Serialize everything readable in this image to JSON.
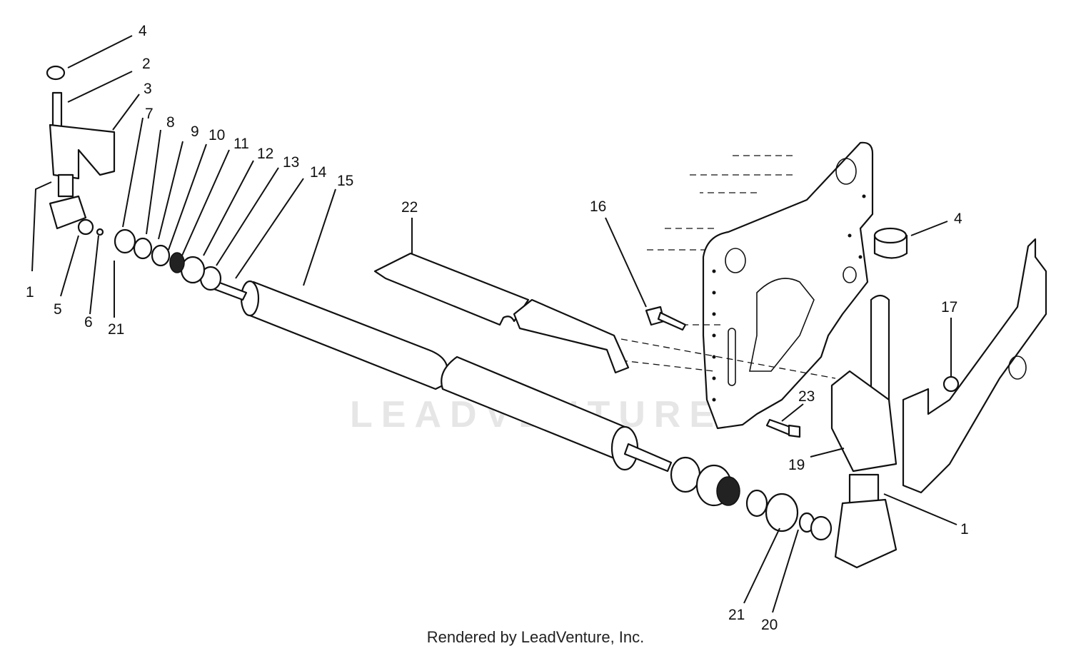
{
  "watermark": "LEADVENTURE",
  "footer": "Rendered by LeadVenture, Inc.",
  "callouts": [
    {
      "id": "c4a",
      "label": "4"
    },
    {
      "id": "c2",
      "label": "2"
    },
    {
      "id": "c3",
      "label": "3"
    },
    {
      "id": "c7",
      "label": "7"
    },
    {
      "id": "c8",
      "label": "8"
    },
    {
      "id": "c9",
      "label": "9"
    },
    {
      "id": "c10",
      "label": "10"
    },
    {
      "id": "c11",
      "label": "11"
    },
    {
      "id": "c12",
      "label": "12"
    },
    {
      "id": "c13",
      "label": "13"
    },
    {
      "id": "c14",
      "label": "14"
    },
    {
      "id": "c15",
      "label": "15"
    },
    {
      "id": "c1a",
      "label": "1"
    },
    {
      "id": "c5",
      "label": "5"
    },
    {
      "id": "c6",
      "label": "6"
    },
    {
      "id": "c21a",
      "label": "21"
    },
    {
      "id": "c22",
      "label": "22"
    },
    {
      "id": "c16",
      "label": "16"
    },
    {
      "id": "c4b",
      "label": "4"
    },
    {
      "id": "c17",
      "label": "17"
    },
    {
      "id": "c23",
      "label": "23"
    },
    {
      "id": "c19",
      "label": "19"
    },
    {
      "id": "c1b",
      "label": "1"
    },
    {
      "id": "c21b",
      "label": "21"
    },
    {
      "id": "c20",
      "label": "20"
    }
  ]
}
